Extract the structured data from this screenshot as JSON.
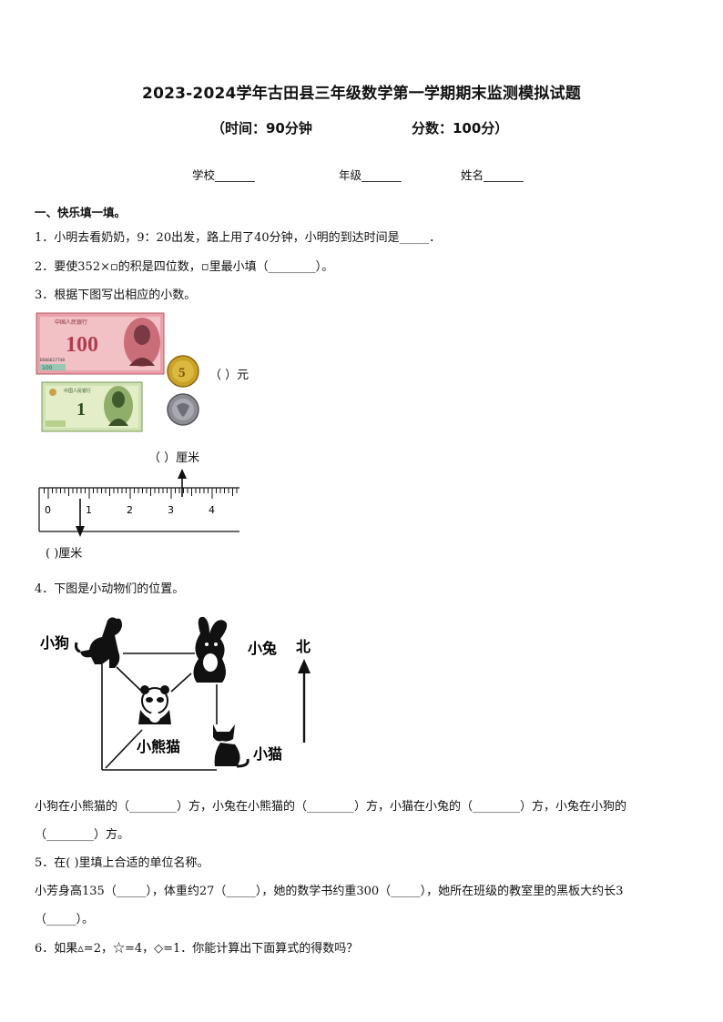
{
  "header": {
    "title": "2023-2024学年古田县三年级数学第一学期期末监测模拟试题",
    "time": "（时间：90分钟",
    "score": "分数：100分）",
    "school": "学校_______",
    "grade": "年级_______",
    "name": "姓名_______"
  },
  "section1": {
    "heading": "一、快乐填一填。",
    "q1": "1．小明去看奶奶，9：20出发，路上用了40分钟，小明的到达时间是_____．",
    "q2": "2．要使352×▫的积是四位数，▫里最小填（________）。",
    "q3": "3．根据下图写出相应的小数。",
    "q3_money_blank": "（        ）元",
    "q3_ruler_top_blank": "（          ）厘米",
    "q3_ruler_bottom_blank": "(            )厘米",
    "ruler_ticks": [
      "0",
      "1",
      "2",
      "3",
      "4"
    ],
    "banknote_100": {
      "top_text": "中国人民银行",
      "value": "100",
      "serial": "DG66617748"
    },
    "banknote_1": {
      "top_text": "中国人民银行",
      "value": "1"
    },
    "coin": "5",
    "q4": "4．下图是小动物们的位置。",
    "animals": {
      "dog": "小狗",
      "rabbit": "小兔",
      "panda": "小熊猫",
      "cat": "小猫",
      "north": "北"
    },
    "q4_line1": "小狗在小熊猫的（________）方，小兔在小熊猫的（________）方，小猫在小兔的（________）方，小兔在小狗的",
    "q4_line2": "（________）方。",
    "q5": "5．在(      )里填上合适的单位名称。",
    "q5_line1": "小芳身高135（_____），体重约27（_____），她的数学书约重300（_____），她所在班级的教室里的黑板大约长3",
    "q5_line2": "（_____）。",
    "q6": "6．如果▵=2，☆=4，◇=1．你能计算出下面算式的得数吗？"
  }
}
